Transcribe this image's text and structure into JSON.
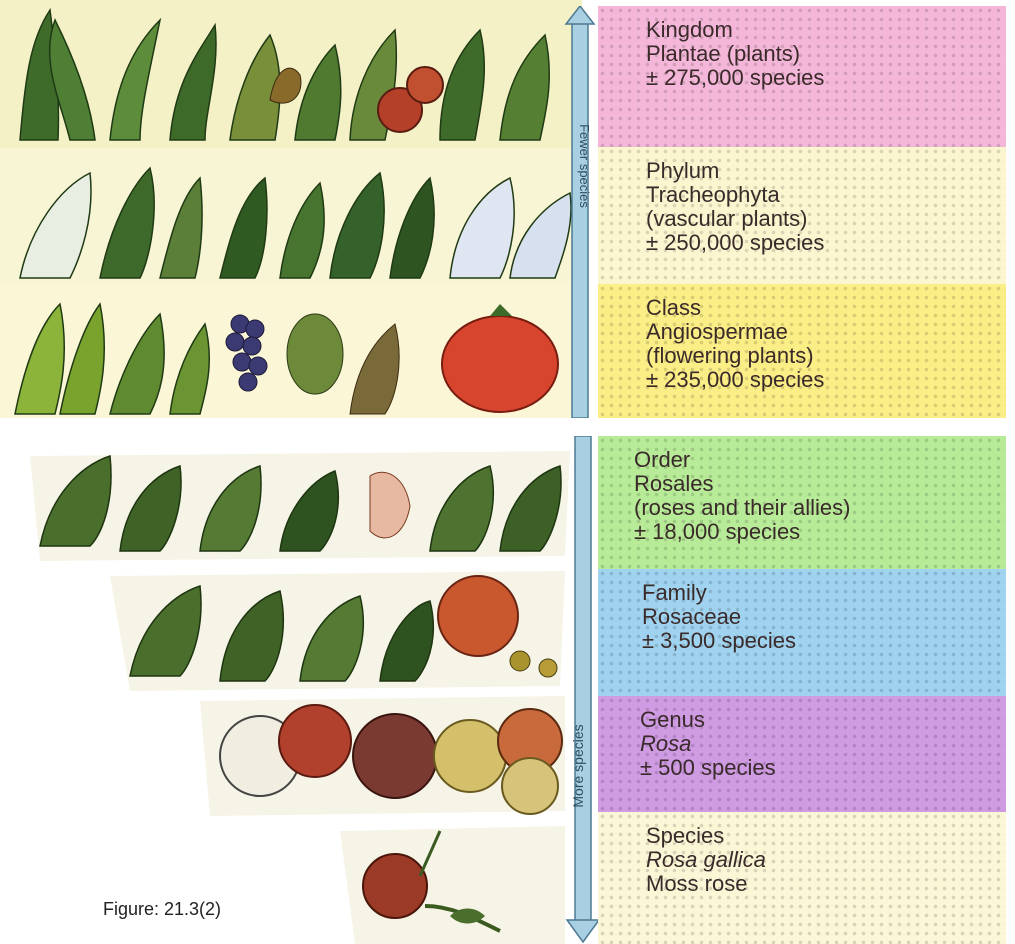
{
  "figure_label": "Figure: 21.3(2)",
  "arrows": {
    "top_label": "Fewer species",
    "bottom_label": "More species"
  },
  "ranks": {
    "kingdom": [
      "Kingdom",
      "Plantae (plants)",
      "± 275,000 species"
    ],
    "phylum": [
      "Phylum",
      "Tracheophyta",
      "(vascular plants)",
      "± 250,000 species"
    ],
    "class": [
      "Class",
      "Angiospermae",
      "(flowering plants)",
      "± 235,000 species"
    ],
    "order": [
      "Order",
      "Rosales",
      "(roses and their allies)",
      "± 18,000 species"
    ],
    "family": [
      "Family",
      "Rosaceae",
      "± 3,500 species"
    ],
    "genus": [
      "Genus",
      "Rosa",
      "± 500 species"
    ],
    "species": [
      "Species",
      "Rosa gallica",
      "Moss rose"
    ]
  },
  "colors": {
    "kingdom": "#f4b7d9",
    "phylum": "#fbf6cf",
    "class": "#fbee86",
    "order": "#b7eb98",
    "family": "#9fd3ef",
    "genus": "#cf9be3",
    "species": "#fbf6d6",
    "arrow": "#a9cfe3"
  },
  "illustrations": {
    "band_1": "plant-illustrations",
    "band_2": "vascular-plant-illustrations",
    "band_3": "flowering-plant-illustrations",
    "order_row": "rosales-illustrations",
    "family_row": "rosaceae-illustrations",
    "genus_row": "rose-flower-illustrations",
    "species_row": "moss-rose-illustration"
  }
}
